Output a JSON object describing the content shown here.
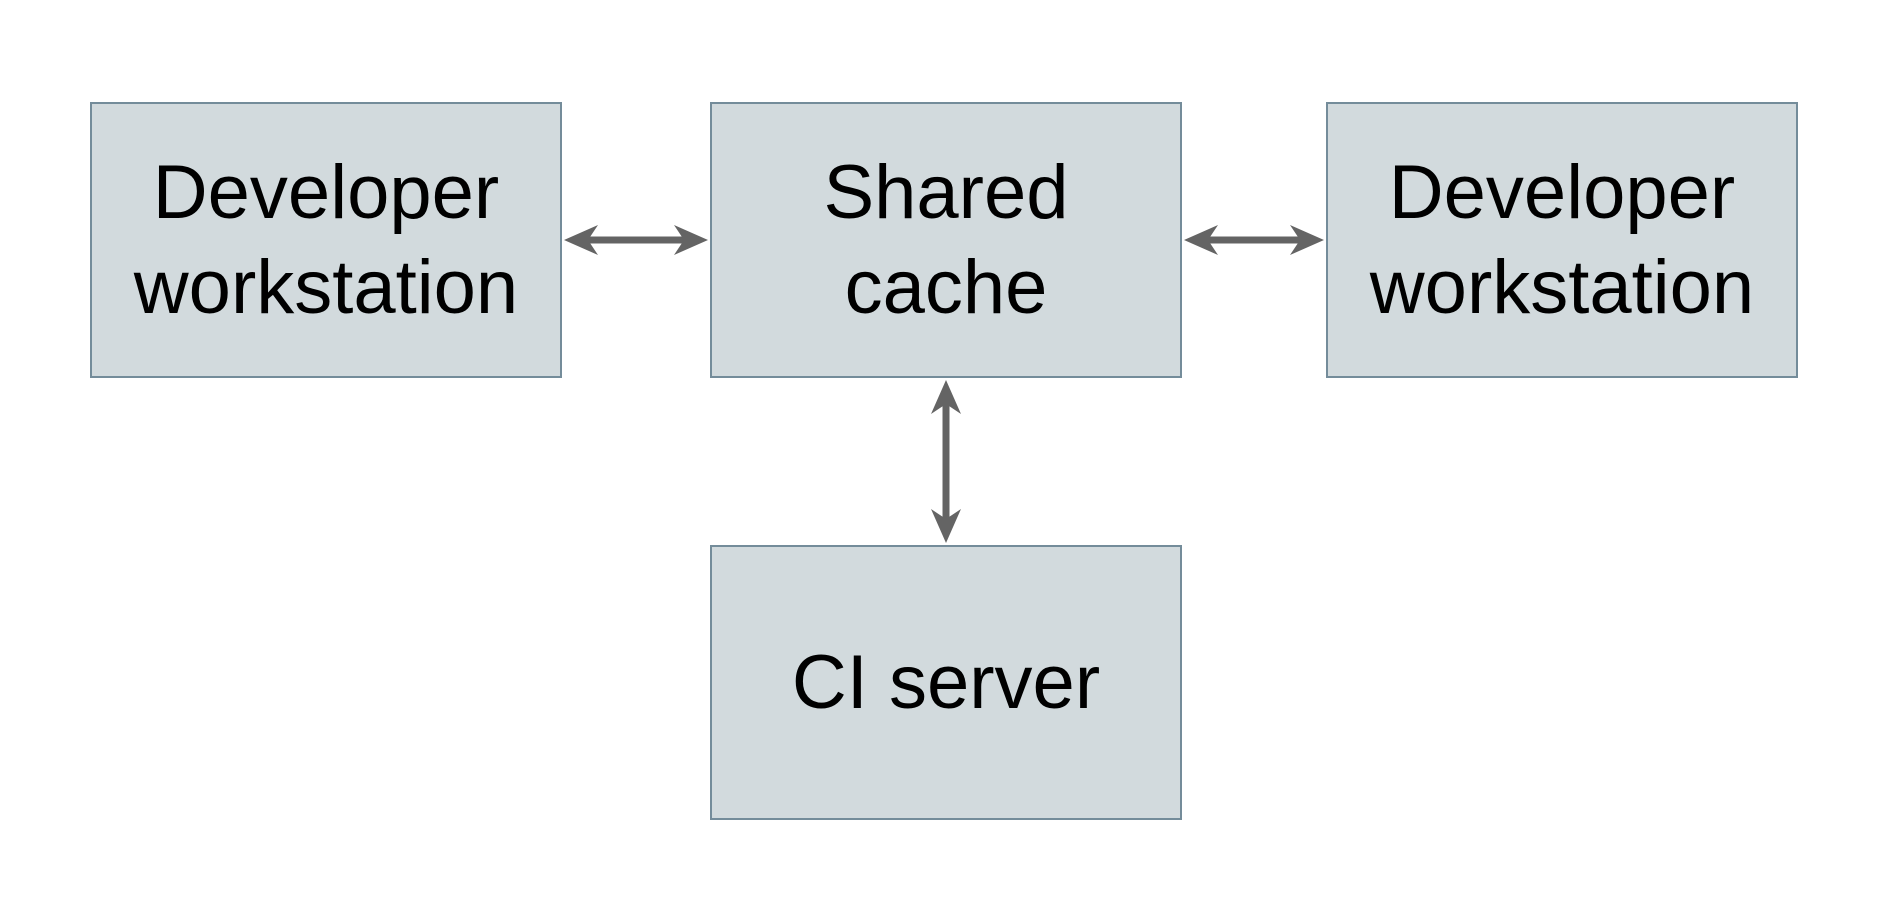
{
  "diagram": {
    "colors": {
      "background": "#ffffff",
      "box_fill": "#d2dadd",
      "box_border": "#748c9a",
      "arrow_color": "#646464",
      "text_color": "#000000"
    },
    "nodes": [
      {
        "id": "developer-workstation-left",
        "label": "Developer\nworkstation"
      },
      {
        "id": "shared-cache",
        "label": "Shared\ncache"
      },
      {
        "id": "developer-workstation-right",
        "label": "Developer\nworkstation"
      },
      {
        "id": "ci-server",
        "label": "CI server"
      }
    ],
    "edges": [
      {
        "from": "developer-workstation-left",
        "to": "shared-cache",
        "direction": "bidirectional"
      },
      {
        "from": "shared-cache",
        "to": "developer-workstation-right",
        "direction": "bidirectional"
      },
      {
        "from": "shared-cache",
        "to": "ci-server",
        "direction": "bidirectional"
      }
    ]
  }
}
